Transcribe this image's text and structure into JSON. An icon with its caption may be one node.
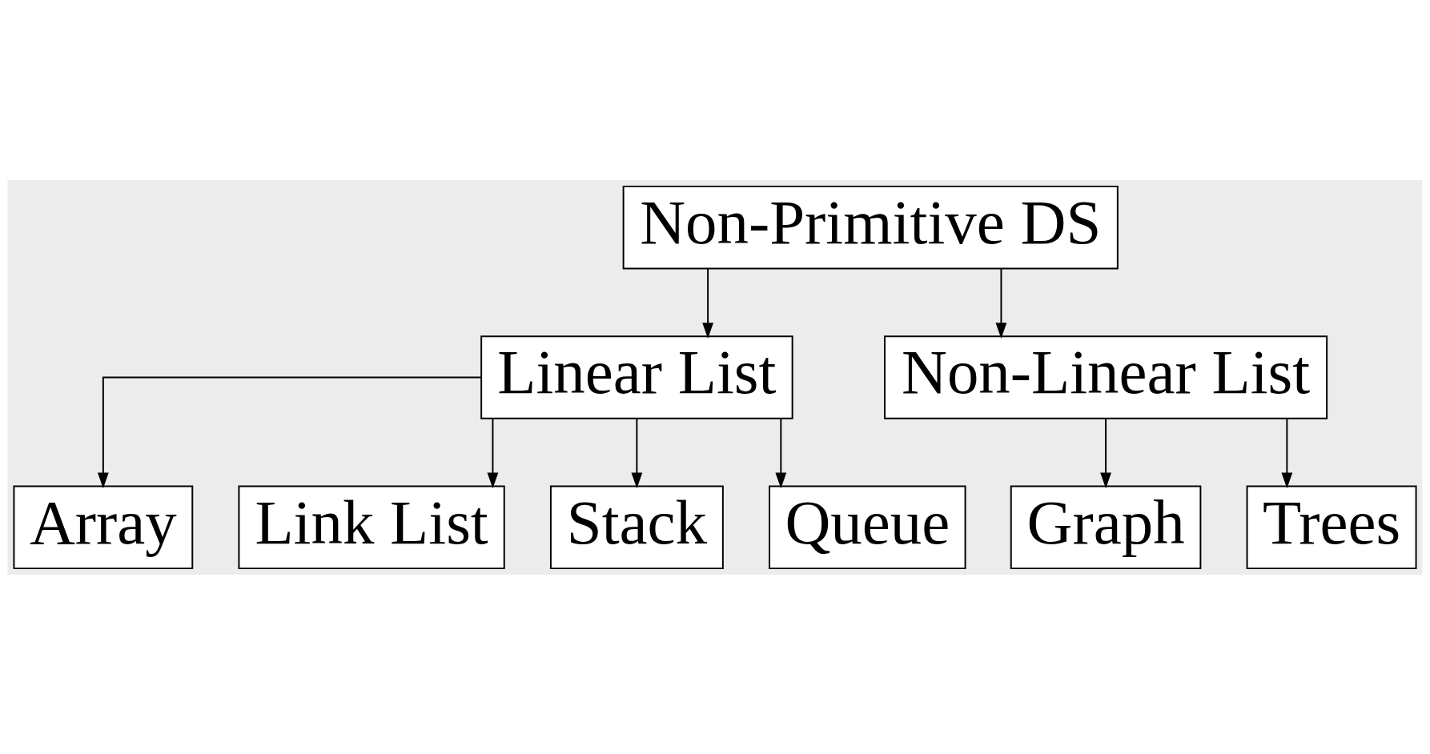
{
  "diagram": {
    "nodes": [
      {
        "text": [
          "Non-Primitive DS"
        ]
      },
      {
        "text": [
          "Linear List"
        ]
      },
      {
        "text": [
          "Non-Linear List"
        ]
      },
      {
        "text": [
          "Array"
        ]
      },
      {
        "text": [
          "Link List"
        ]
      },
      {
        "text": [
          "Stack"
        ]
      },
      {
        "text": [
          "Queue"
        ]
      },
      {
        "text": [
          "Graph"
        ]
      },
      {
        "text": [
          "Trees"
        ]
      }
    ],
    "edges": [
      {
        "from": 0,
        "to": 1,
        "arrow": "to"
      },
      {
        "from": 0,
        "to": 2,
        "arrow": "to"
      },
      {
        "from": 1,
        "to": 3,
        "arrow": "to"
      },
      {
        "from": 1,
        "to": 4,
        "arrow": "to"
      },
      {
        "from": 1,
        "to": 5,
        "arrow": "to"
      },
      {
        "from": 1,
        "to": 6,
        "arrow": "to"
      },
      {
        "from": 2,
        "to": 7,
        "arrow": "to"
      },
      {
        "from": 2,
        "to": 8,
        "arrow": "to"
      }
    ]
  }
}
